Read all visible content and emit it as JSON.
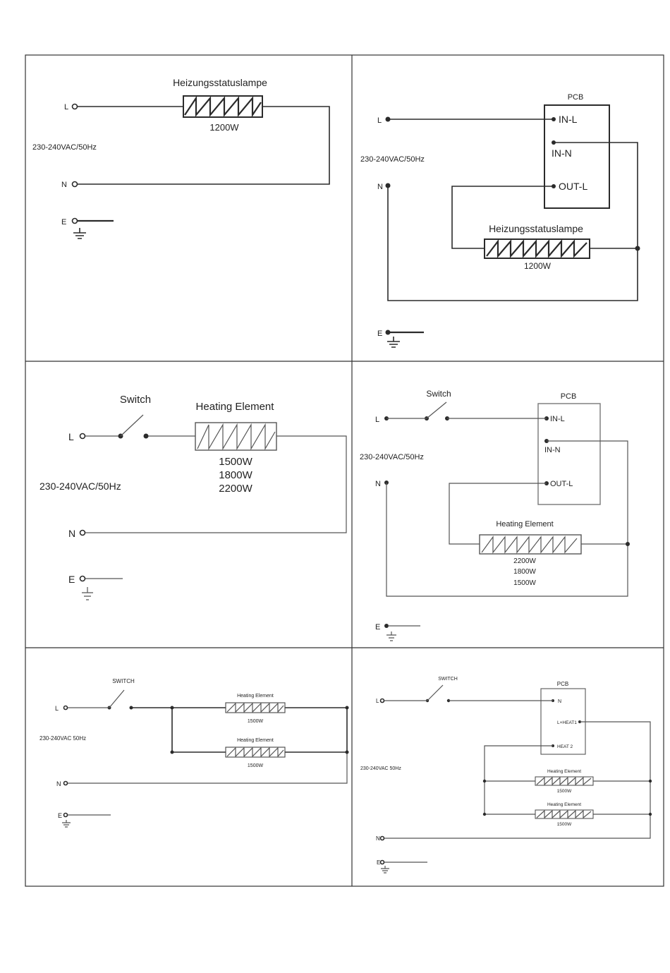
{
  "panels": [
    {
      "id": "p1",
      "supply": "230-240VAC/50Hz",
      "labels": {
        "l": "L",
        "n": "N",
        "e": "E"
      },
      "element_label": "Heizungsstatuslampe",
      "power": [
        "1200W"
      ]
    },
    {
      "id": "p2",
      "supply": "230-240VAC/50Hz",
      "labels": {
        "l": "L",
        "n": "N",
        "e": "E"
      },
      "pcb": {
        "title": "PCB",
        "in_l": "IN-L",
        "in_n": "IN-N",
        "out_l": "OUT-L"
      },
      "element_label": "Heizungsstatuslampe",
      "power": [
        "1200W"
      ]
    },
    {
      "id": "p3",
      "supply": "230-240VAC/50Hz",
      "labels": {
        "l": "L",
        "n": "N",
        "e": "E"
      },
      "switch": "Switch",
      "element_label": "Heating Element",
      "power": [
        "1500W",
        "1800W",
        "2200W"
      ]
    },
    {
      "id": "p4",
      "supply": "230-240VAC/50Hz",
      "labels": {
        "l": "L",
        "n": "N",
        "e": "E"
      },
      "switch": "Switch",
      "pcb": {
        "title": "PCB",
        "in_l": "IN-L",
        "in_n": "IN-N",
        "out_l": "OUT-L"
      },
      "element_label": "Heating Element",
      "power": [
        "2200W",
        "1800W",
        "1500W"
      ]
    },
    {
      "id": "p5",
      "supply": "230-240VAC 50Hz",
      "labels": {
        "l": "L",
        "n": "N",
        "e": "E"
      },
      "switch": "SWITCH",
      "elements": [
        {
          "label": "Heating Element",
          "power": "1500W"
        },
        {
          "label": "Heating Element",
          "power": "1500W"
        }
      ]
    },
    {
      "id": "p6",
      "supply": "230-240VAC 50Hz",
      "labels": {
        "l": "L",
        "n": "N",
        "e": "E"
      },
      "switch": "SWITCH",
      "pcb": {
        "title": "PCB",
        "n": "N",
        "heat1": "L+HEAT1",
        "heat2": "HEAT 2"
      },
      "elements": [
        {
          "label": "Heating Element",
          "power": "1500W"
        },
        {
          "label": "Heating Element",
          "power": "1500W"
        }
      ]
    }
  ]
}
